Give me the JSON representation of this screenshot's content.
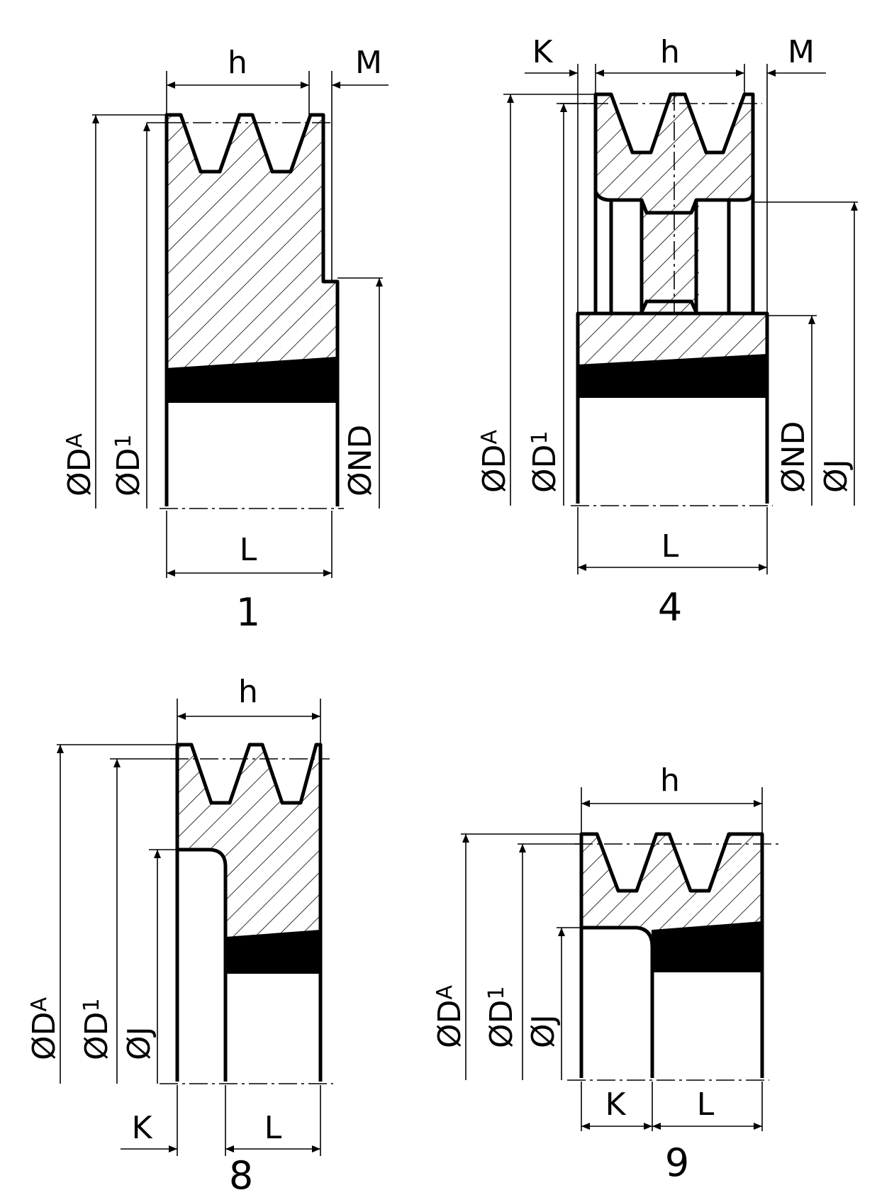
{
  "variants": [
    {
      "id": "1",
      "number": "1",
      "dims": {
        "h": "h",
        "m": "M",
        "l": "L",
        "da": "ØDA",
        "d1": "ØD1",
        "nd": "ØND"
      }
    },
    {
      "id": "4",
      "number": "4",
      "dims": {
        "k": "K",
        "h": "h",
        "m": "M",
        "l": "L",
        "da": "ØDA",
        "d1": "ØD1",
        "nd": "ØND",
        "j": "ØJ"
      }
    },
    {
      "id": "8",
      "number": "8",
      "dims": {
        "h": "h",
        "k": "K",
        "l": "L",
        "da": "ØDA",
        "d1": "ØD1",
        "j": "ØJ"
      }
    },
    {
      "id": "9",
      "number": "9",
      "dims": {
        "h": "h",
        "k": "K",
        "l": "L",
        "da": "ØDA",
        "d1": "ØD1",
        "j": "ØJ"
      }
    }
  ]
}
